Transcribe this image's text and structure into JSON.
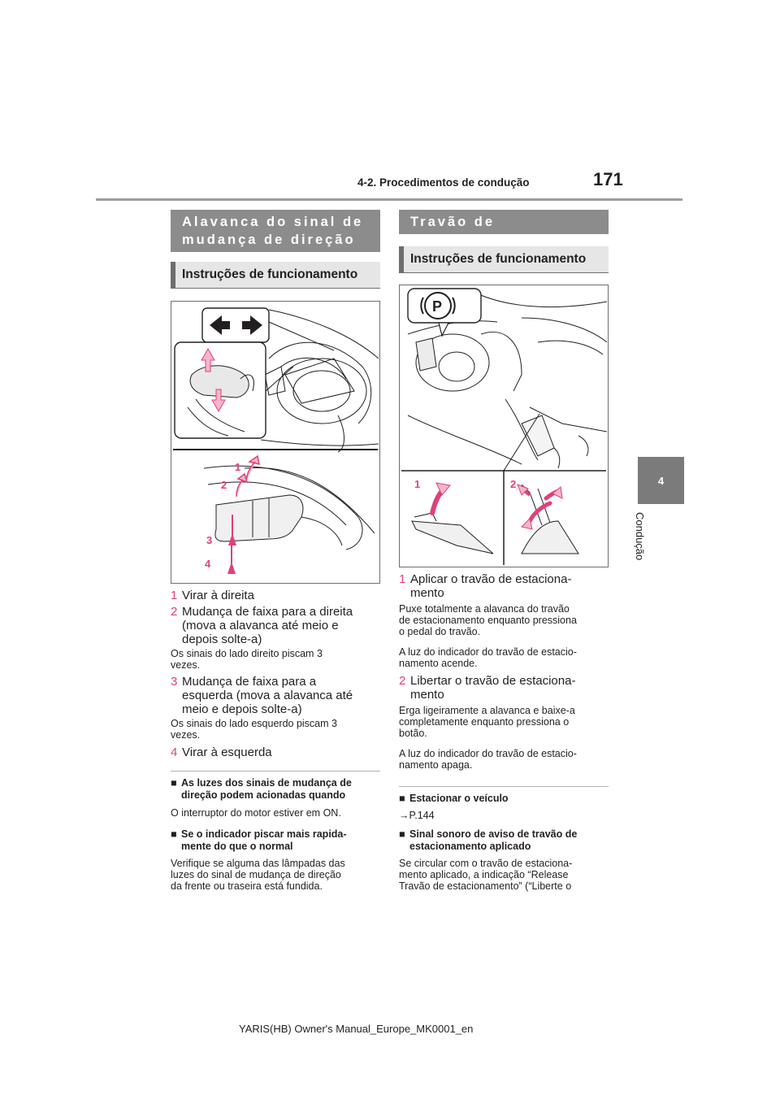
{
  "header": {
    "section": "4-2. Procedimentos de condução",
    "page_number": "171"
  },
  "side_tab": {
    "number": "4",
    "label": "Condução"
  },
  "left": {
    "section_title_line1": "Alavanca do sinal de",
    "section_title_line2": "mudança de direção",
    "subheading": "Instruções de funcionamento",
    "items": [
      {
        "num": "1",
        "lines": [
          "Virar à direita"
        ]
      },
      {
        "num": "2",
        "lines": [
          "Mudança de faixa para a direita",
          "(mova a alavanca até meio e",
          "depois solte-a)"
        ]
      },
      {
        "num": "3",
        "lines": [
          "Mudança de faixa para a",
          "esquerda (mova a alavanca até",
          "meio e depois solte-a)"
        ]
      },
      {
        "num": "4",
        "lines": [
          "Virar à esquerda"
        ]
      }
    ],
    "note_item2": [
      "Os sinais do lado direito piscam 3",
      "vezes."
    ],
    "note_item3": [
      "Os sinais do lado esquerdo piscam 3",
      "vezes."
    ],
    "bullet": "■",
    "q1_title": [
      "As luzes dos sinais de mudança de",
      "direção podem acionadas quando"
    ],
    "q1_text": [
      "O interruptor do motor estiver em ON."
    ],
    "q2_title": [
      "Se o indicador piscar mais rapida-",
      "mente do que o normal"
    ],
    "q2_text": [
      "Verifique se alguma das lâmpadas das",
      "luzes do sinal de mudança de direção",
      "da frente ou traseira está fundida."
    ],
    "figure_labels": [
      "1",
      "2",
      "3",
      "4"
    ]
  },
  "right": {
    "section_title": "Travão de estacionamento",
    "subheading": "Instruções de funcionamento",
    "figure_p_label": "P",
    "figure_labels": [
      "1",
      "2"
    ],
    "item1": {
      "num": "1",
      "lines": [
        "Aplicar o travão de estaciona-",
        "mento"
      ]
    },
    "item1_notes": [
      [
        "Puxe totalmente a alavanca do travão",
        "de estacionamento enquanto pressiona",
        "o pedal do travão."
      ],
      [
        "A luz do indicador do travão de estacio-",
        "namento acende."
      ]
    ],
    "item2": {
      "num": "2",
      "lines": [
        "Libertar o travão de estaciona-",
        "mento"
      ]
    },
    "item2_notes": [
      [
        "Erga ligeiramente a alavanca e baixe-a",
        "completamente enquanto pressiona o",
        "botão."
      ],
      [
        "A luz do indicador do travão de estacio-",
        "namento apaga."
      ]
    ],
    "q1_title": [
      "Estacionar o veículo"
    ],
    "q1_text": "→P.144",
    "q2_title": [
      "Sinal sonoro de aviso de travão de",
      "estacionamento aplicado"
    ],
    "q2_text": [
      "Se circular com o travão de estaciona-",
      "mento aplicado, a indicação “Release",
      "Travão de estacionamento” (“Liberte o"
    ]
  },
  "footer": "YARIS(HB) Owner's Manual_Europe_MK0001_en"
}
